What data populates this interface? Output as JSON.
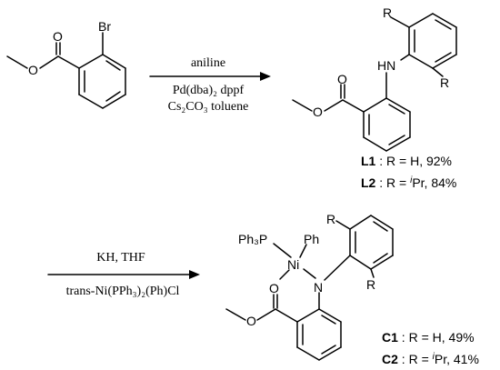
{
  "step1": {
    "reagent_top": "aniline",
    "reagent_mid": "Pd(dba)₂ dppf",
    "reagent_bot": "Cs₂CO₃ toluene"
  },
  "step2": {
    "reagent_top": "KH,   THF",
    "reagent_bot": "trans-Ni(PPh₃)₂(Ph)Cl"
  },
  "atoms": {
    "br": "Br",
    "o": "O",
    "hn": "HN",
    "n": "N",
    "ni": "Ni",
    "r": "R",
    "pph3": "Ph₃P",
    "ph": "Ph"
  },
  "ligands": [
    {
      "id": "L1",
      "text": " : R = H,  92%"
    },
    {
      "id": "L2",
      "text_pre": " : R = ",
      "sup": "i",
      "text_post": "Pr, 84%"
    }
  ],
  "complexes": [
    {
      "id": "C1",
      "text": " : R = H,  49%"
    },
    {
      "id": "C2",
      "text_pre": " : R = ",
      "sup": "i",
      "text_post": "Pr, 41%"
    }
  ]
}
